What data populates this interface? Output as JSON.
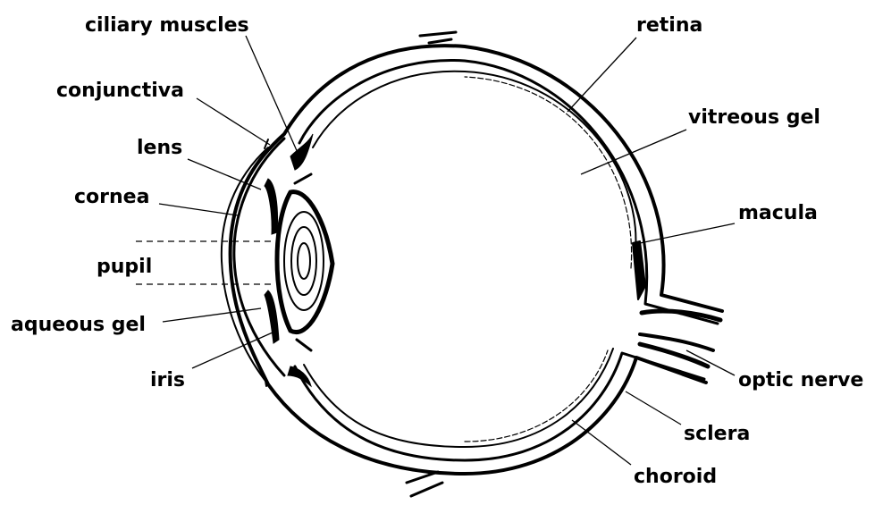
{
  "labels": {
    "ciliary_muscles": "ciliary muscles",
    "conjunctiva": "conjunctiva",
    "lens": "lens",
    "cornea": "cornea",
    "pupil": "pupil",
    "aqueous_gel": "aqueous gel",
    "iris": "iris",
    "retina": "retina",
    "vitreous_gel": "vitreous gel",
    "macula": "macula",
    "optic_nerve": "optic nerve",
    "sclera": "sclera",
    "choroid": "choroid"
  },
  "colors": {
    "ink": "#000000",
    "background": "#ffffff"
  }
}
